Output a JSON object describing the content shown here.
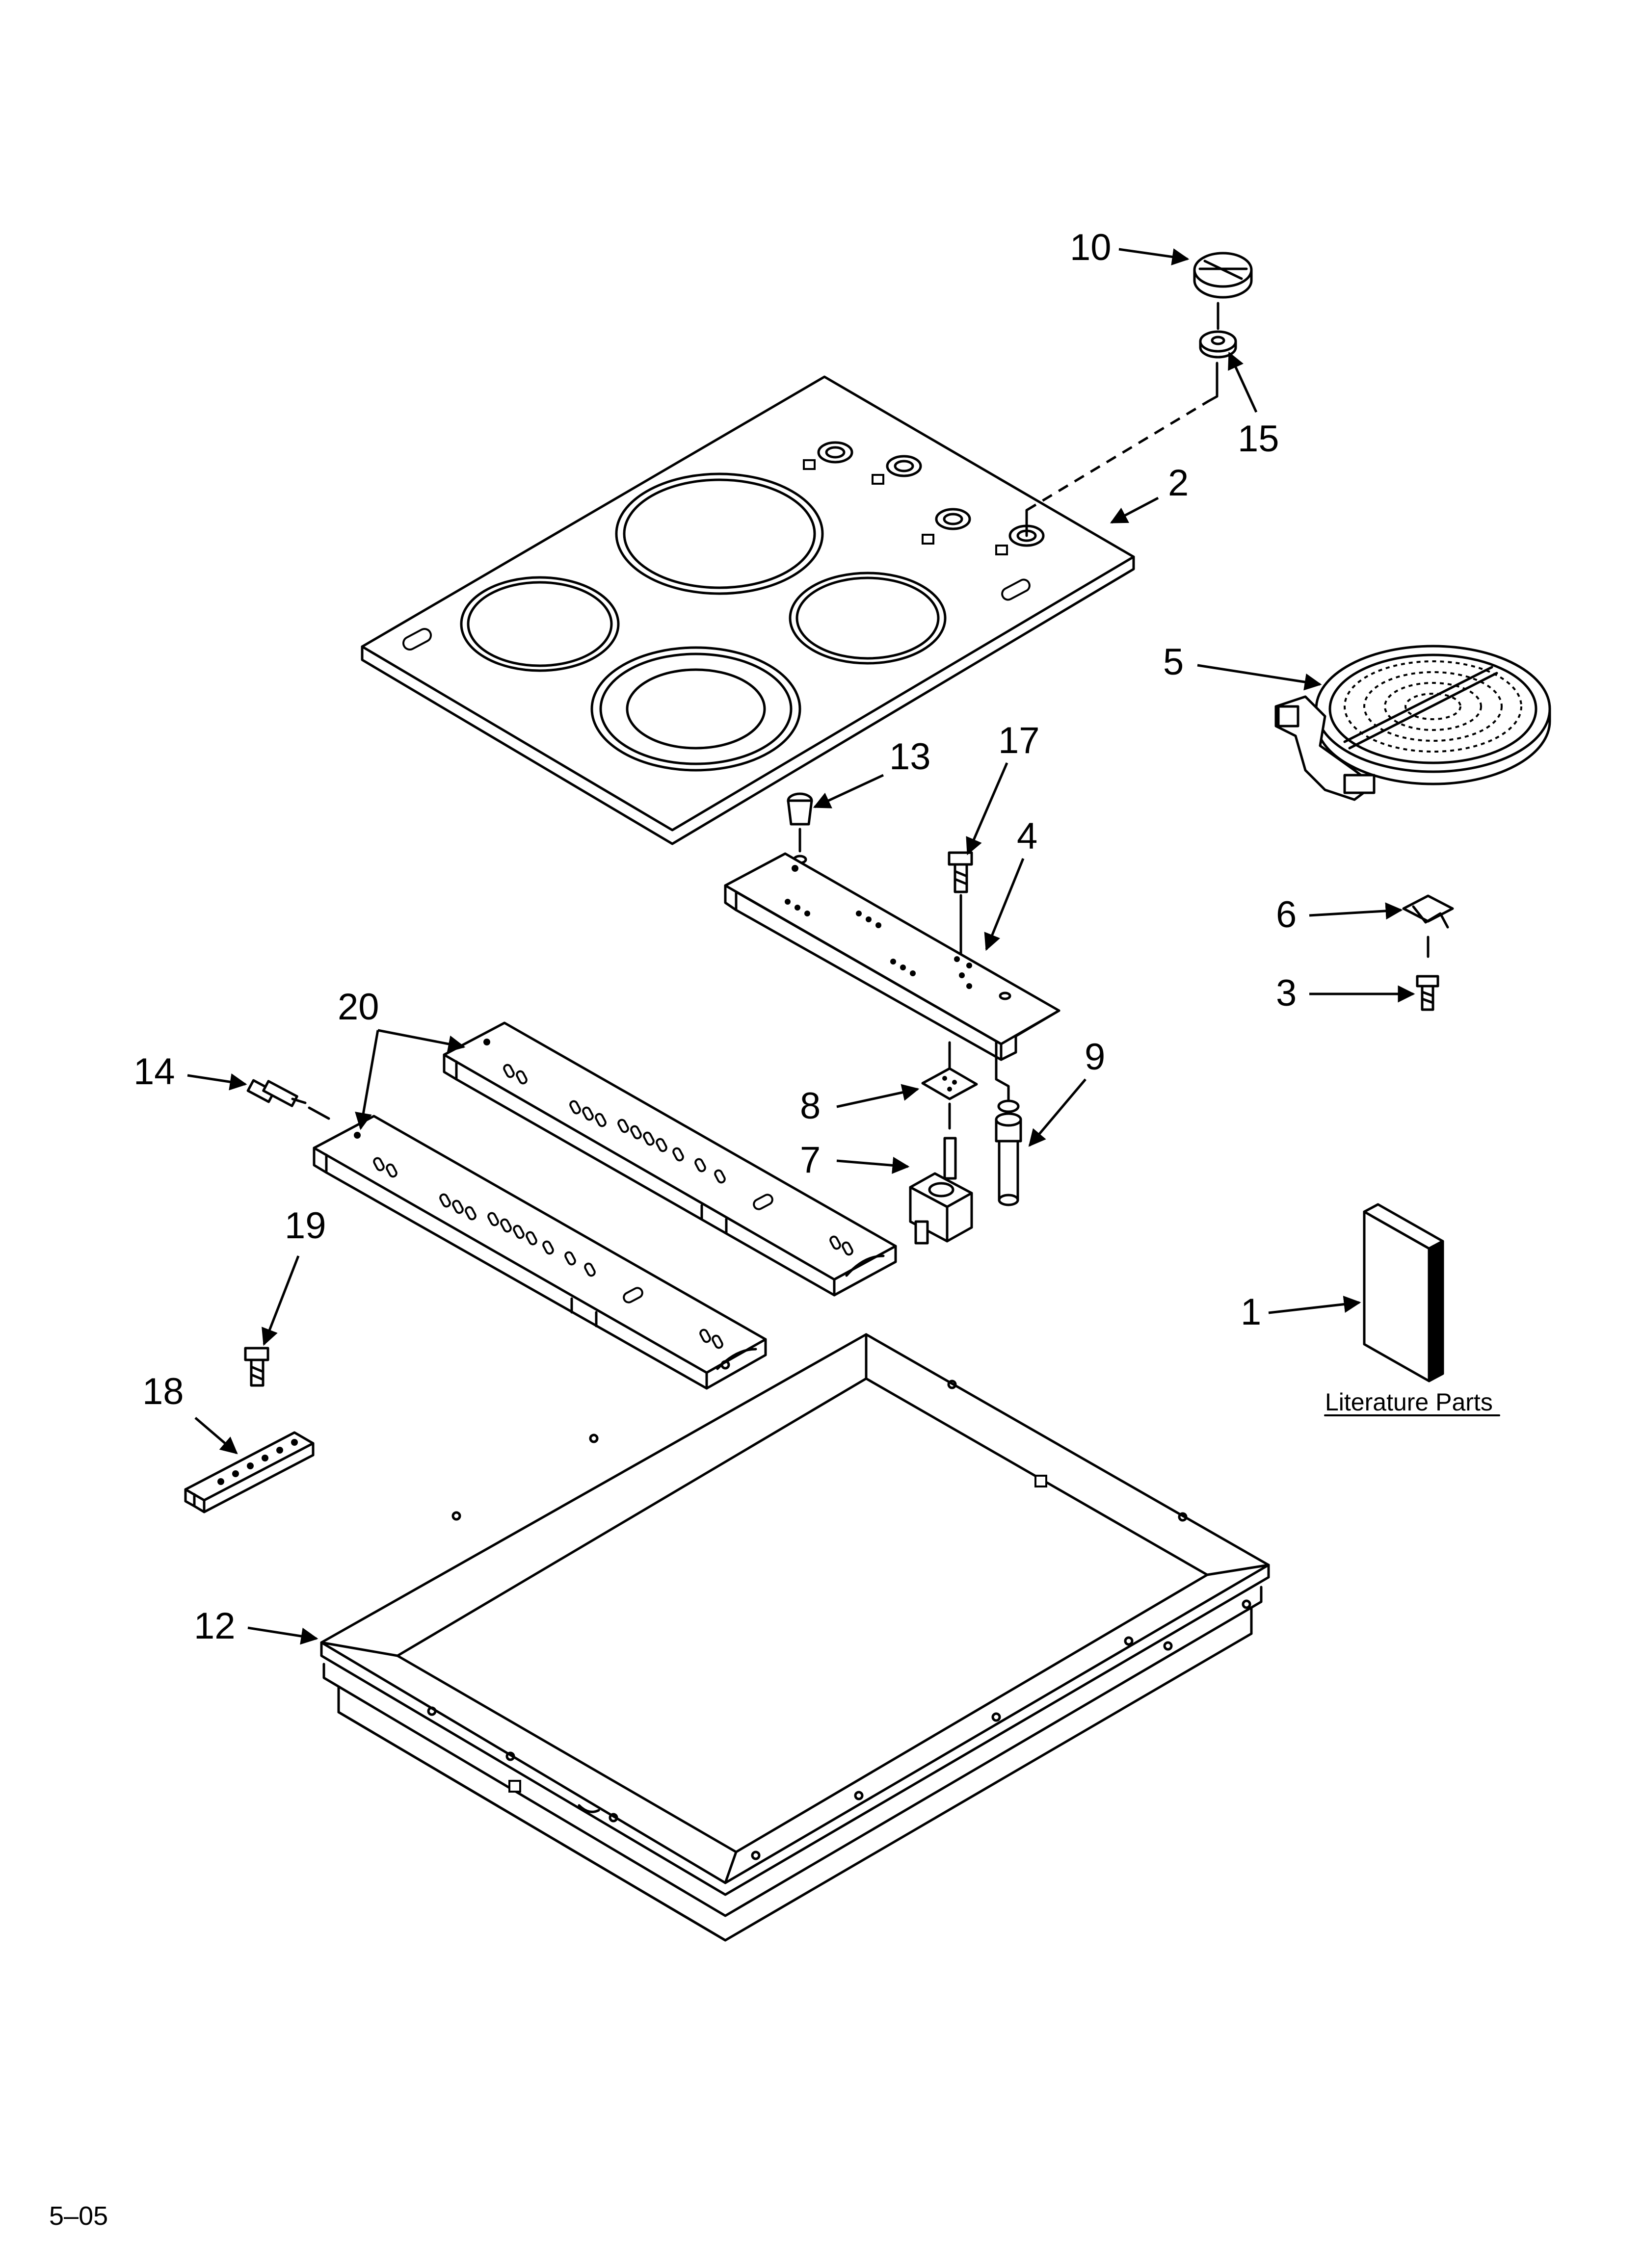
{
  "diagram": {
    "callouts": {
      "c1": "1",
      "c2": "2",
      "c3": "3",
      "c4": "4",
      "c5": "5",
      "c6": "6",
      "c7": "7",
      "c8": "8",
      "c9": "9",
      "c10": "10",
      "c12": "12",
      "c13": "13",
      "c14": "14",
      "c15": "15",
      "c17": "17",
      "c18": "18",
      "c19": "19",
      "c20": "20"
    },
    "literature_label": "Literature Parts",
    "footer_code": "5–05"
  }
}
